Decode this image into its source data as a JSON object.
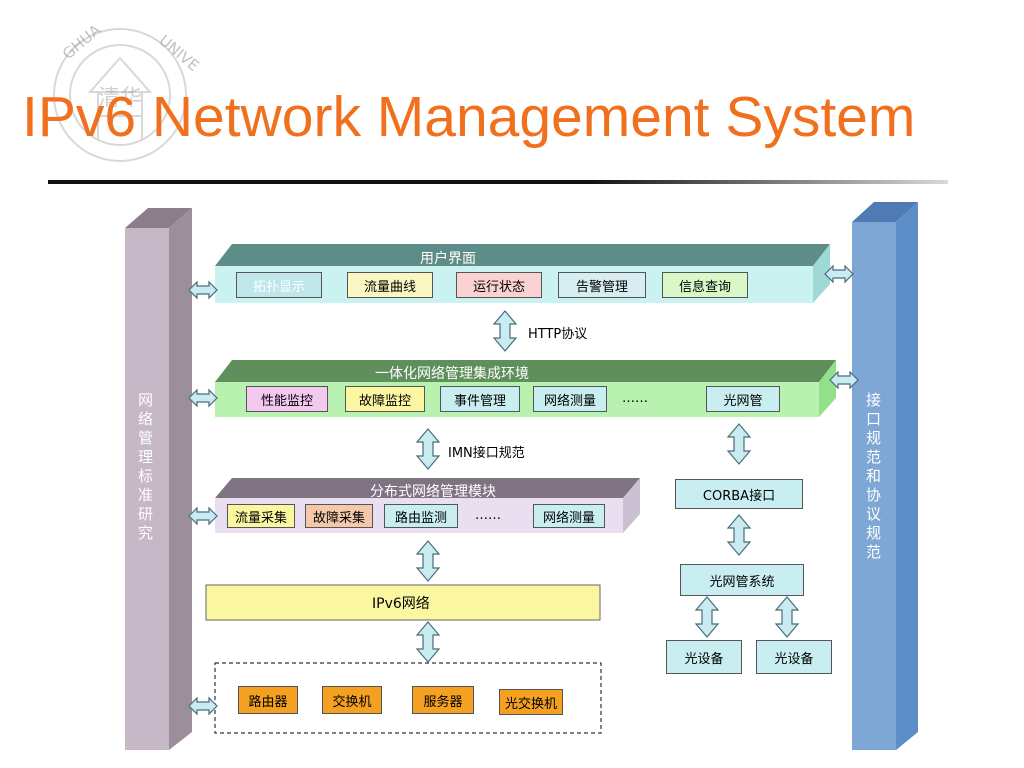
{
  "title": "IPv6 Network Management System",
  "colors": {
    "title": "#f0701e",
    "left_column": "#c6b8c6",
    "right_column": "#7fa7d6",
    "ui_band_top": "#5e8c86",
    "ui_band_face": "#c9f2f0",
    "env_band_top": "#5f8f5a",
    "env_band_face": "#b9f2b0",
    "dist_band_top": "#7f7383",
    "dist_band_face": "#e9dff0",
    "ipv6_box": "#fbf7a0",
    "device_box": "#f4a020"
  },
  "left_column": {
    "text": "网络管理标准研究"
  },
  "right_column": {
    "text": "接口规范和协议规范"
  },
  "ui_layer": {
    "title": "用户界面",
    "items": [
      "拓扑显示",
      "流量曲线",
      "运行状态",
      "告警管理",
      "信息查询"
    ]
  },
  "http_label": "HTTP协议",
  "env_layer": {
    "title": "一体化网络管理集成环境",
    "items": [
      "性能监控",
      "故障监控",
      "事件管理",
      "网络测量",
      "……",
      "光网管"
    ]
  },
  "imn_label": "IMN接口规范",
  "dist_layer": {
    "title": "分布式网络管理模块",
    "items": [
      "流量采集",
      "故障采集",
      "路由监测",
      "……",
      "网络测量"
    ]
  },
  "ipv6_network": "IPv6网络",
  "devices": [
    "路由器",
    "交换机",
    "服务器",
    "光交换机"
  ],
  "optical": {
    "corba": "CORBA接口",
    "system": "光网管系统",
    "device_1": "光设备",
    "device_2": "光设备"
  },
  "watermark": {
    "top": "GHUA",
    "right": "UNIVE",
    "center": "清华"
  }
}
